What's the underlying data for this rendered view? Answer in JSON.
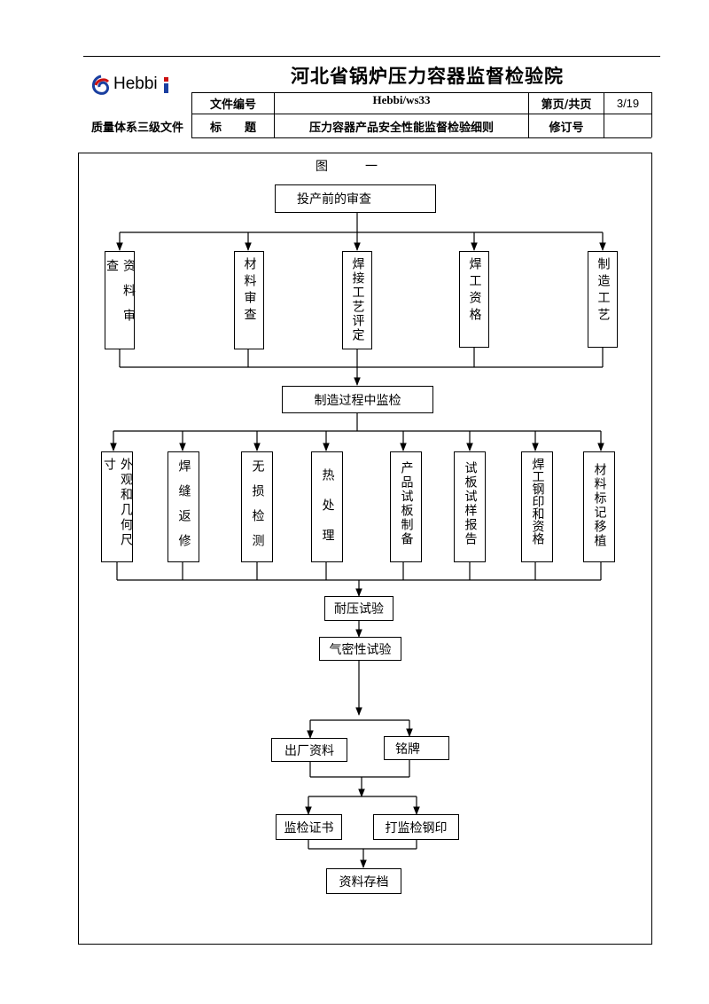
{
  "header": {
    "org_name": "河北省锅炉压力容器监督检验院",
    "logo_text": "Hebbi",
    "doc_level": "质量体系三级文件",
    "file_no_label": "文件编号",
    "file_no_value": "Hebbi/ws33",
    "page_label": "第页/共页",
    "page_value": "3/19",
    "title_label": "标　　题",
    "title_value": "压力容器产品安全性能监督检验细则",
    "revision_label": "修订号",
    "revision_value": ""
  },
  "figure": {
    "caption": "图　　　一",
    "pre_production": "投产前的审查",
    "review_items": [
      "资料审查",
      "材料审查",
      "焊接工艺评定",
      "焊工资格",
      "制造工艺"
    ],
    "in_process": "制造过程中监检",
    "process_items": [
      "外观和几何尺寸",
      "焊缝返修",
      "无损检测",
      "热处理",
      "产品试板制备",
      "试板试样报告",
      "焊工钢印和资格",
      "材料标记移植"
    ],
    "pressure_test": "耐压试验",
    "leak_test": "气密性试验",
    "factory_docs": "出厂资料",
    "nameplate": "铭牌",
    "certificate": "监检证书",
    "stamp": "打监检钢印",
    "archive": "资料存档"
  }
}
